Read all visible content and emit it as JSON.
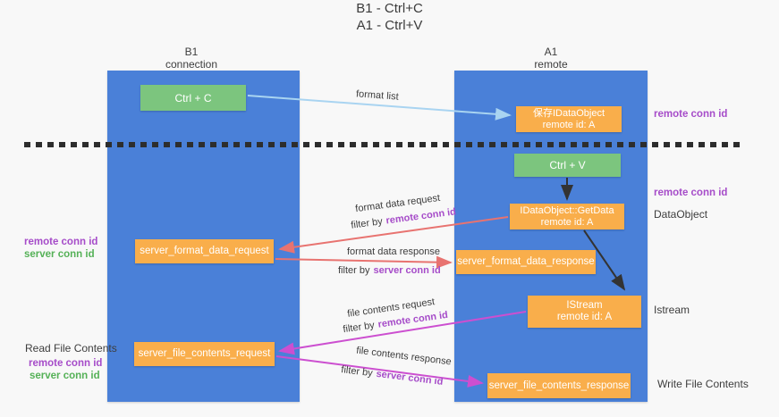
{
  "palette": {
    "column_blue": "#4a80d8",
    "box_green": "#7cc57e",
    "box_orange": "#f9ae4b",
    "arrow_light_blue": "#a9d4f1",
    "arrow_red": "#e87370",
    "arrow_magenta": "#cc4fd0",
    "arrow_black": "#333333",
    "label_purple": "#a64cc9",
    "label_green": "#55b157",
    "text_dark": "#3d3d3d"
  },
  "title": {
    "line1": "B1 - Ctrl+C",
    "line2": "A1 - Ctrl+V"
  },
  "columns": {
    "left": {
      "name": "B1",
      "subtitle": "connection"
    },
    "right": {
      "name": "A1",
      "subtitle": "remote"
    }
  },
  "boxes": {
    "ctrl_c": {
      "label": "Ctrl + C"
    },
    "ctrl_v": {
      "label": "Ctrl + V"
    },
    "save_dataobject": {
      "line1": "保存IDataObject",
      "line2": "remote id: A"
    },
    "getdata": {
      "line1": "IDataObject::GetData",
      "line2": "remote id: A"
    },
    "istream": {
      "line1": "IStream",
      "line2": "remote id: A"
    },
    "format_request": {
      "label": "server_format_data_request"
    },
    "format_response": {
      "label": "server_format_data_response"
    },
    "file_request": {
      "label": "server_file_contents_request"
    },
    "file_response": {
      "label": "server_file_contents_response"
    }
  },
  "side_labels": {
    "remote_conn_top_right": "remote conn id",
    "remote_conn_mid_right": "remote conn id",
    "dataobject": "DataObject",
    "istream": "Istream",
    "write_file": "Write File Contents",
    "left_remote_1": "remote conn id",
    "left_server_1": "server conn id",
    "read_file": "Read File Contents",
    "left_remote_2": "remote conn id",
    "left_server_2": "server conn id"
  },
  "arrow_labels": {
    "format_list": "format list",
    "format_data_request": "format data request",
    "filter_by_1": "filter by",
    "filter_val_1": "remote conn id",
    "format_data_response": "format data response",
    "filter_by_2": "filter by",
    "filter_val_2": "server conn id",
    "file_contents_request": "file contents request",
    "filter_by_3": "filter by",
    "filter_val_3": "remote conn id",
    "file_contents_response": "file contents response",
    "filter_by_4": "filter by",
    "filter_val_4": "server conn id"
  }
}
